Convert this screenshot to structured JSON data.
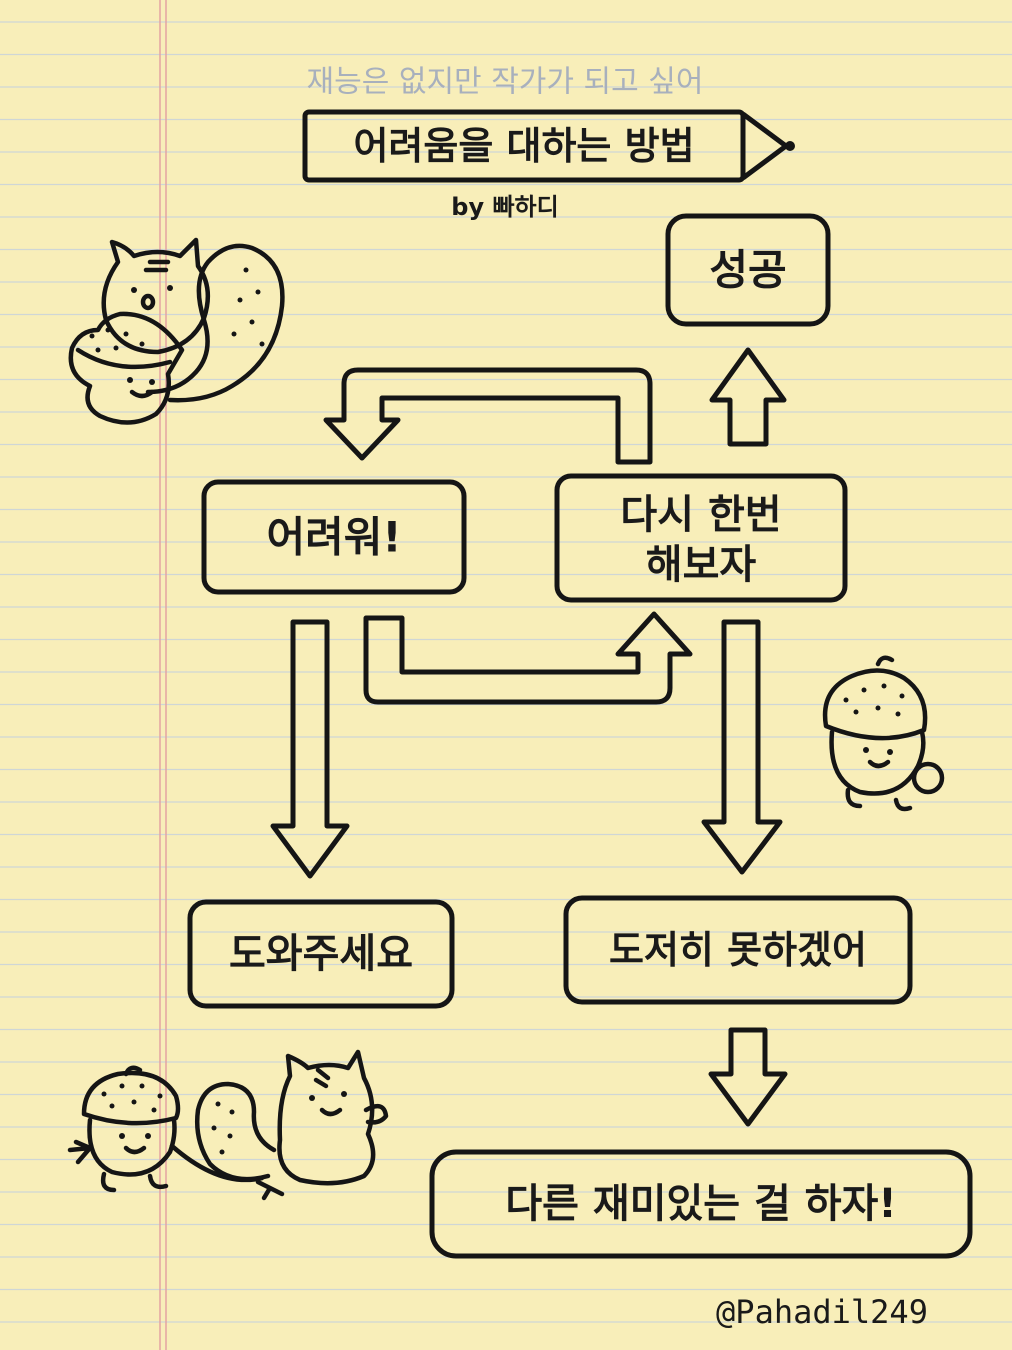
{
  "header": {
    "subtitle": "재능은 없지만 작가가 되고 싶어",
    "title": "어려움을 대하는 방법",
    "byline": "by 빠하디"
  },
  "nodes": {
    "success": "성공",
    "difficult": "어려워!",
    "try_again_line1": "다시 한번",
    "try_again_line2": "해보자",
    "help": "도와주세요",
    "cannot": "도저히 못하겠어",
    "other": "다른 재미있는 걸 하자!"
  },
  "footer": {
    "handle": "@Pahadil249"
  },
  "icons": [
    "squirrel-icon",
    "acorn-icon",
    "pencil-icon",
    "arrow-icon"
  ],
  "colors": {
    "paper": "#f8eeb9",
    "ruled_line": "#cfd6d6",
    "margin_line": "#e4a3a3",
    "ink": "#151515",
    "subtitle": "#a8b0bd"
  }
}
